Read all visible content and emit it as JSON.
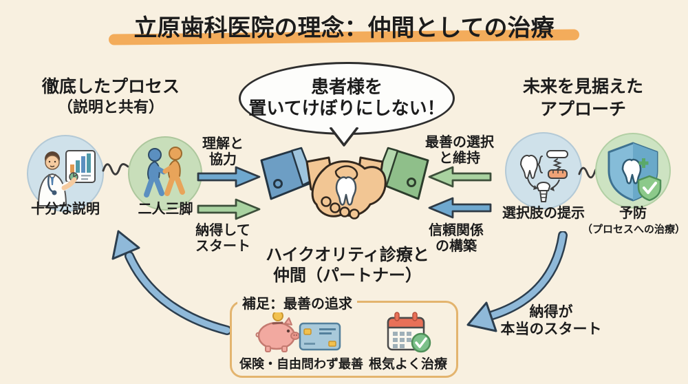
{
  "title": "立原歯科医院の理念：仲間としての治療",
  "speech_bubble": {
    "line1": "患者様を",
    "line2": "置いてけぼりにしない！"
  },
  "left_section": {
    "heading_line1": "徹底したプロセス",
    "heading_line2": "（説明と共有）",
    "items": [
      {
        "label": "十分な説明",
        "icon": "doctor-explaining-icon"
      },
      {
        "label": "二人三脚",
        "icon": "partners-walking-icon"
      }
    ]
  },
  "right_section": {
    "heading_line1": "未来を見据えた",
    "heading_line2": "アプローチ",
    "items": [
      {
        "label": "選択肢の提示",
        "icon": "tooth-options-icon"
      },
      {
        "label": "予防",
        "sublabel": "（プロセスへの治療）",
        "icon": "shield-tooth-icon"
      }
    ]
  },
  "center": {
    "icon": "handshake-tooth-icon",
    "label_line1": "ハイクオリティ診療と",
    "label_line2": "仲間（パートナー）"
  },
  "flow_labels": {
    "understand_line1": "理解と",
    "understand_line2": "協力",
    "consent_line1": "納得して",
    "consent_line2": "スタート",
    "best_choice_line1": "最善の選択",
    "best_choice_line2": "と維持",
    "trust_line1": "信頼関係",
    "trust_line2": "の構築",
    "real_start_line1": "納得が",
    "real_start_line2": "本当のスタート"
  },
  "supplement_box": {
    "title": "補足：最善の追求",
    "items": [
      {
        "label": "保険・自由問わず最善",
        "icons": [
          "piggy-bank-icon",
          "credit-card-icon"
        ]
      },
      {
        "label": "根気よく治療",
        "icons": [
          "calendar-check-icon"
        ]
      }
    ]
  },
  "colors": {
    "background": "#f8f0e0",
    "title_highlight": "#f3ac5b",
    "arrow_blue": "#6fa8cf",
    "arrow_green": "#a9d2a0",
    "curve_arrow_blue": "#8fb9d9",
    "box_border": "#e3b46e",
    "circle_blue_bg": "#cfe1ea",
    "circle_green_bg": "#c8deba",
    "outline_dark": "#2f3b46"
  }
}
